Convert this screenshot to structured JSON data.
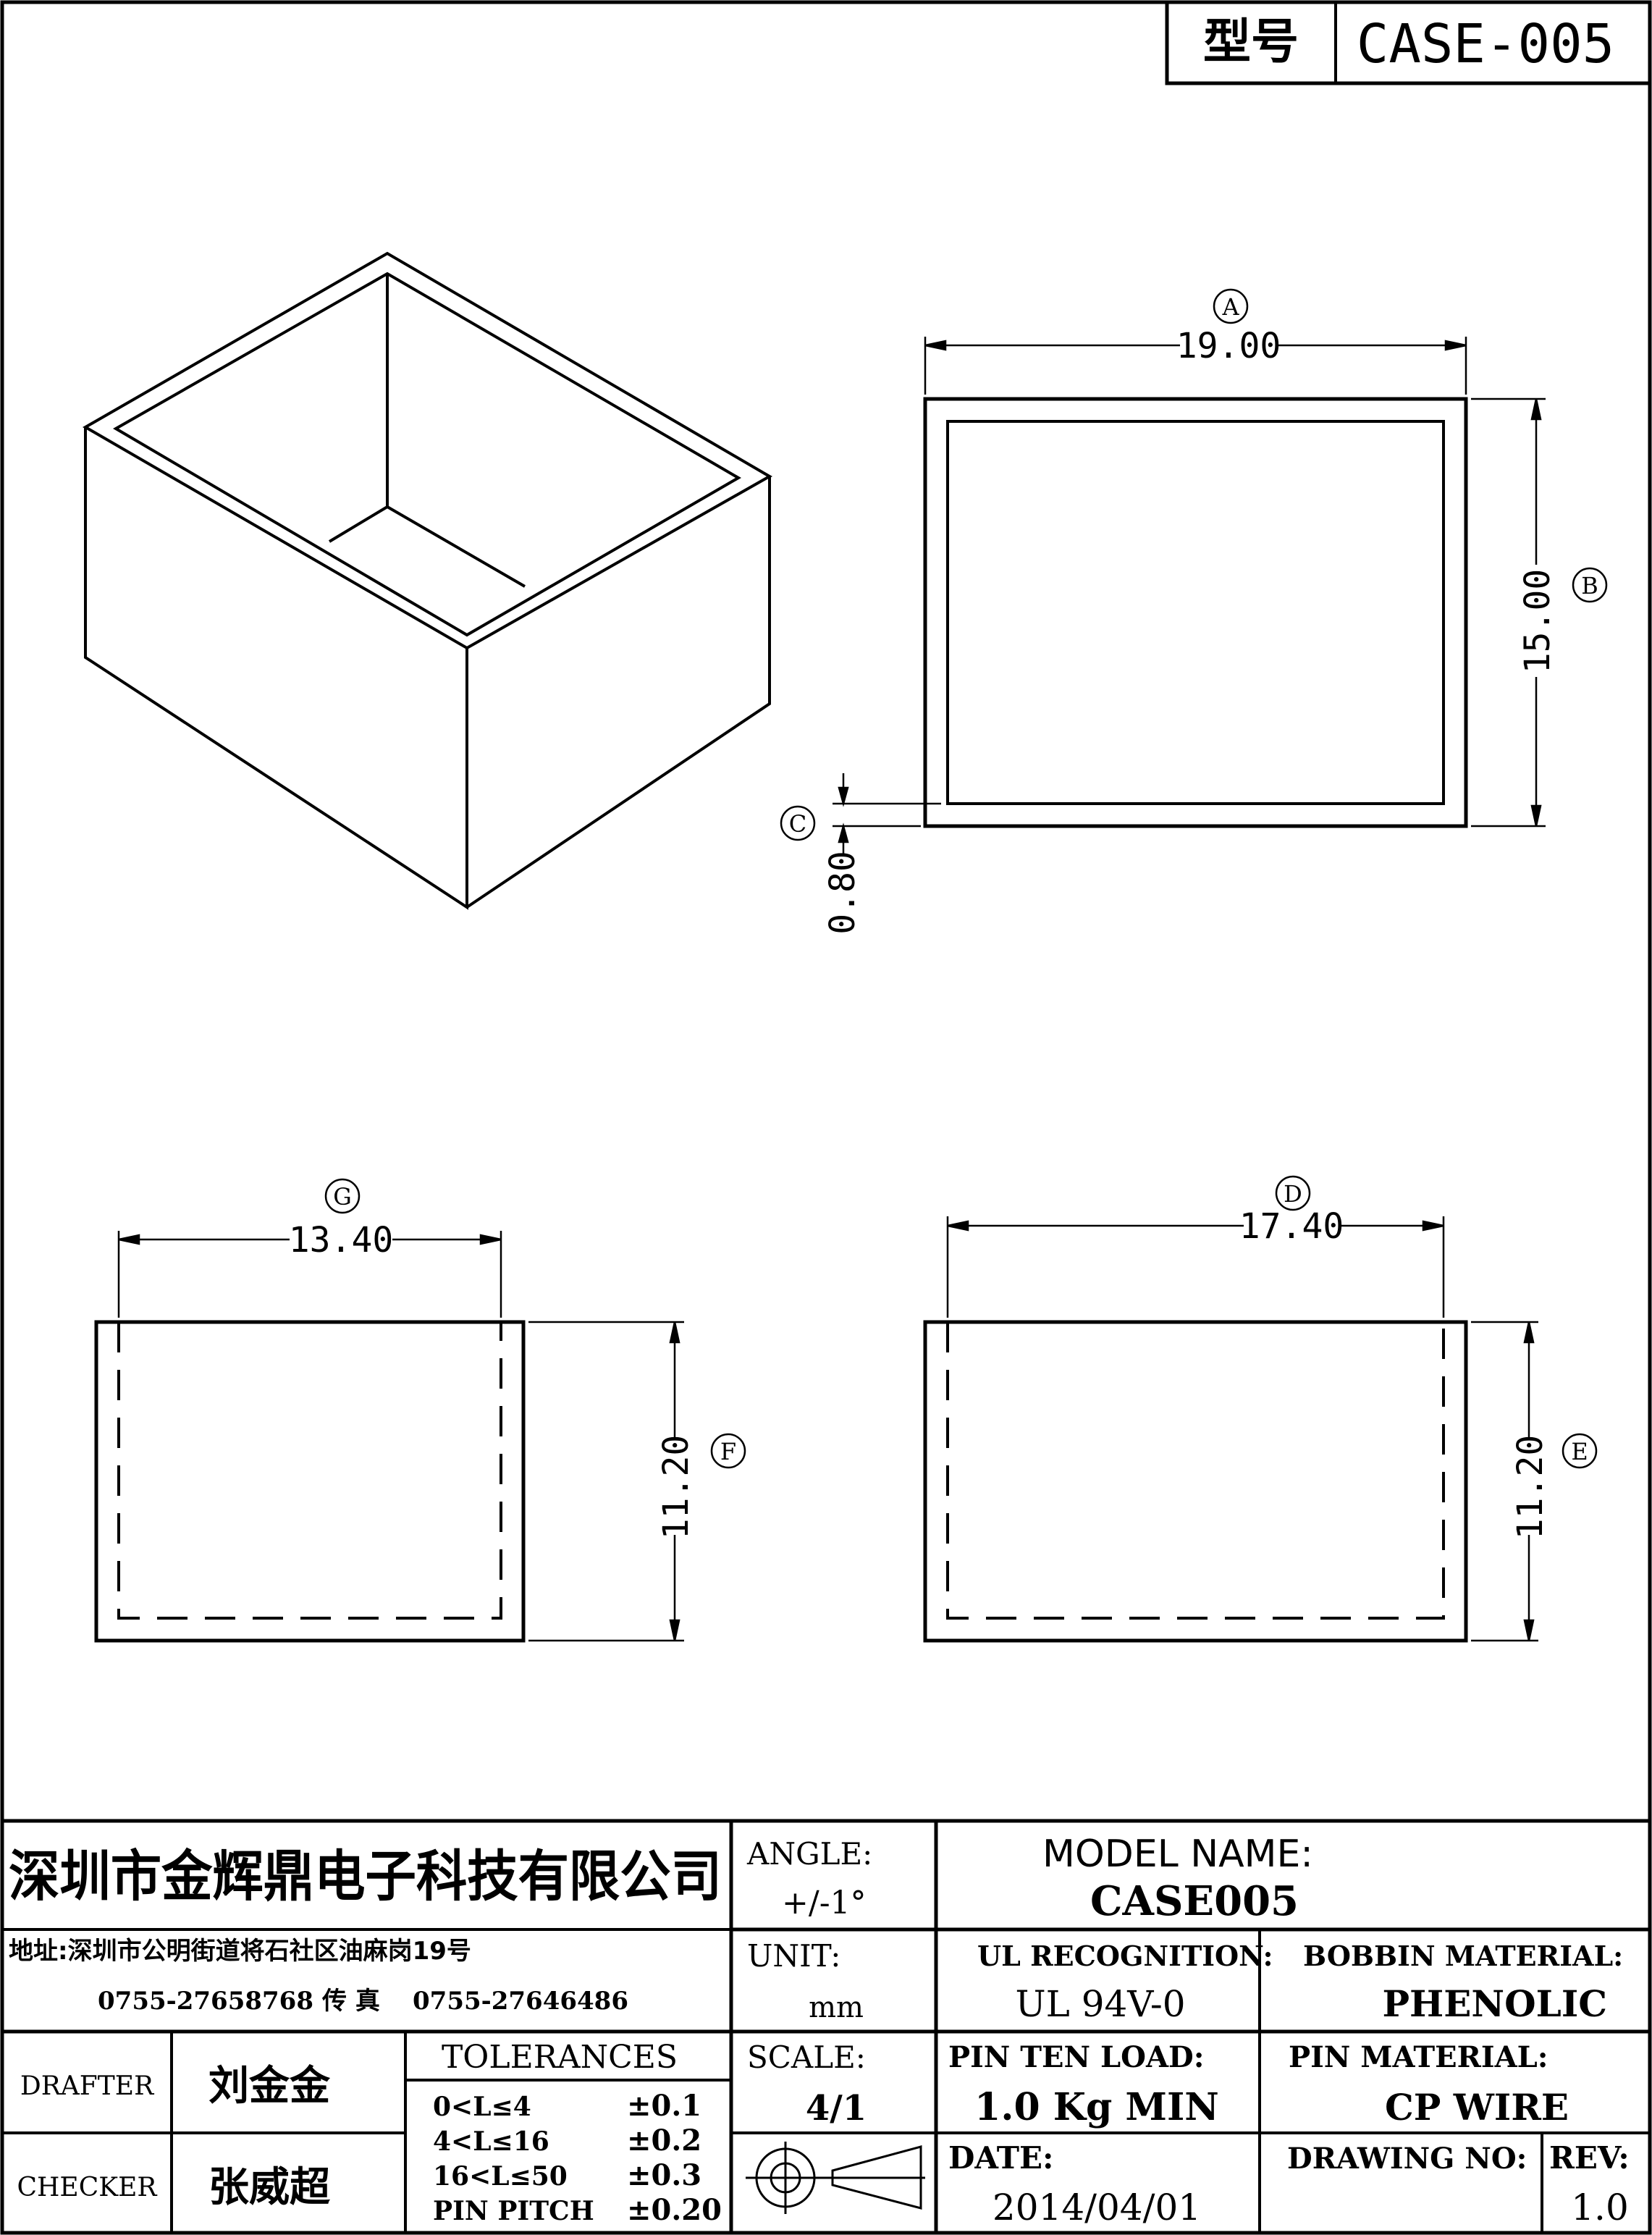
{
  "header": {
    "model_label": "型号",
    "model_value": "CASE-005"
  },
  "top_view": {
    "A_marker": "A",
    "A_value": "19.00",
    "B_marker": "B",
    "B_value": "15.00",
    "C_marker": "C",
    "C_value": "0.80"
  },
  "side_view_left": {
    "G_marker": "G",
    "G_value": "13.40",
    "F_marker": "F",
    "F_value": "11.20"
  },
  "side_view_right": {
    "D_marker": "D",
    "D_value": "17.40",
    "E_marker": "E",
    "E_value": "11.20"
  },
  "title_block": {
    "company": "深圳市金辉鼎电子科技有限公司",
    "address": "地址:深圳市公明街道将石社区油麻岗19号",
    "phone": "0755-27658768",
    "fax_label": "传 真",
    "fax": "0755-27646486",
    "angle_label": "ANGLE:",
    "angle_value": "+/-1°",
    "unit_label": "UNIT:",
    "unit_value": "mm",
    "scale_label": "SCALE:",
    "scale_value": "4/1",
    "model_name_label": "MODEL NAME:",
    "model_name_value": "CASE005",
    "ul_label": "UL RECOGNITION:",
    "ul_value": "UL 94V-0",
    "bobbin_label": "BOBBIN MATERIAL:",
    "bobbin_value": "PHENOLIC",
    "pin_load_label": "PIN TEN LOAD:",
    "pin_load_value": "1.0 Kg MIN",
    "pin_material_label": "PIN MATERIAL:",
    "pin_material_value": "CP WIRE",
    "date_label": "DATE:",
    "date_value": "2014/04/01",
    "drawing_no_label": "DRAWING NO:",
    "rev_label": "REV:",
    "rev_value": "1.0",
    "drafter_label": "DRAFTER",
    "drafter_name": "刘金金",
    "checker_label": "CHECKER",
    "checker_name": "张威超",
    "tolerances_title": "TOLERANCES",
    "tolerances": [
      {
        "range": "0<L≤4",
        "value": "±0.1"
      },
      {
        "range": "4<L≤16",
        "value": "±0.2"
      },
      {
        "range": "16<L≤50",
        "value": "±0.3"
      },
      {
        "range": "PIN PITCH",
        "value": "±0.20"
      }
    ]
  }
}
